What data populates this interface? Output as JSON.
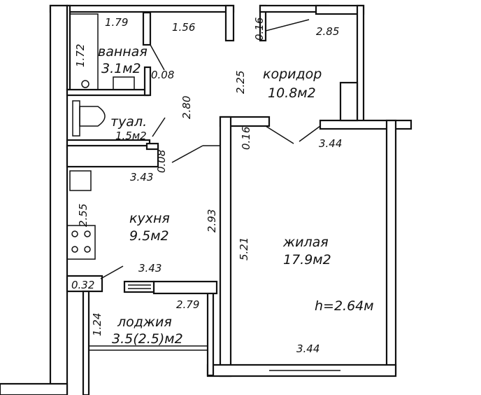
{
  "rooms": {
    "bathroom": {
      "name": "ванная",
      "area": "3.1м2"
    },
    "corridor": {
      "name": "коридор",
      "area": "10.8м2"
    },
    "toilet": {
      "name": "туал.",
      "area": "1.5м2"
    },
    "kitchen": {
      "name": "кухня",
      "area": "9.5м2"
    },
    "living": {
      "name": "жилая",
      "area": "17.9м2"
    },
    "loggia": {
      "name": "лоджия",
      "area": "3.5(2.5)м2"
    }
  },
  "ceiling_height": "h=2.64м",
  "dimensions": {
    "bath_width": "1.79",
    "corridor_top": "1.56",
    "wall_016_top": "0.16",
    "corridor_right": "2.85",
    "bath_height": "1.72",
    "bath_wall": "0.08",
    "corridor_depth": "2.25",
    "corridor_length": "2.80",
    "wall_016_mid": "0.16",
    "living_top": "3.44",
    "toilet_wall": "0.08",
    "kitchen_top": "3.43",
    "kitchen_height": "2.55",
    "kitchen_right": "2.93",
    "living_height": "5.21",
    "kitchen_bottom": "3.43",
    "loggia_wall": "0.32",
    "loggia_width": "2.79",
    "loggia_depth": "1.24",
    "living_bottom": "3.44"
  }
}
